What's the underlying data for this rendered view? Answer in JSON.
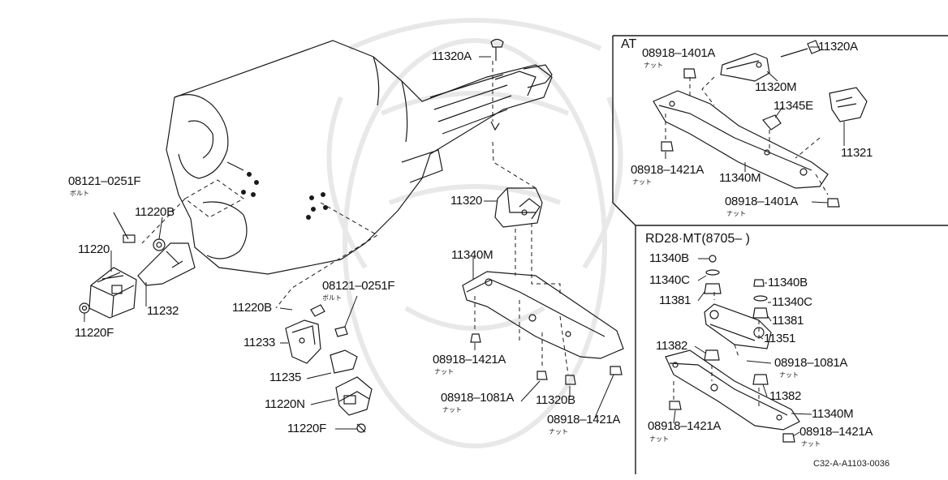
{
  "sections": {
    "at_label": "AT",
    "rd28_label": "RD28·MT(8705–    )"
  },
  "labels": {
    "p11320A_main": "11320A",
    "p08121_left": "08121–0251F",
    "p08121_left_sub": "ボルト",
    "p11220B_left": "11220B",
    "p11220": "11220",
    "p11232": "11232",
    "p11220F_left": "11220F",
    "p11320": "11320",
    "p11340M_main": "11340M",
    "p11220B_mid": "11220B",
    "p08121_mid": "08121–0251F",
    "p08121_mid_sub": "ボルト",
    "p11233": "11233",
    "p11235": "11235",
    "p11220N": "11220N",
    "p11220F_mid": "11220F",
    "p08918_1421A_main": "08918–1421A",
    "p08918_1421A_main_sub": "ナット",
    "p08918_1081A_main": "08918–1081A",
    "p08918_1081A_main_sub": "ナット",
    "p11320B": "11320B",
    "p08918_1421A_main2": "08918–1421A",
    "p08918_1421A_main2_sub": "ナット",
    "at_08918_1401A_top": "08918–1401A",
    "at_08918_1401A_top_sub": "ナット",
    "at_11320A": "11320A",
    "at_11320M": "11320M",
    "at_11345E": "11345E",
    "at_11321": "11321",
    "at_08918_1421A": "08918–1421A",
    "at_08918_1421A_sub": "ナット",
    "at_11340M": "11340M",
    "at_08918_1401A_bot": "08918–1401A",
    "at_08918_1401A_bot_sub": "ナット",
    "rd_11340B_a": "11340B",
    "rd_11340C_a": "11340C",
    "rd_11381_a": "11381",
    "rd_11340B_b": "11340B",
    "rd_11340C_b": "11340C",
    "rd_11381_b": "11381",
    "rd_11351": "11351",
    "rd_11382_a": "11382",
    "rd_08918_1081A": "08918–1081A",
    "rd_08918_1081A_sub": "ナット",
    "rd_11382_b": "11382",
    "rd_11340M": "11340M",
    "rd_08918_1421A_a": "08918–1421A",
    "rd_08918_1421A_a_sub": "ナット",
    "rd_08918_1421A_b": "08918–1421A",
    "rd_08918_1421A_b_sub": "ナット"
  },
  "diagram_code": "C32-A-A1103-0036",
  "colors": {
    "ink": "#1a1a1a",
    "paper": "#ffffff",
    "watermark": "#e6e6e6"
  }
}
